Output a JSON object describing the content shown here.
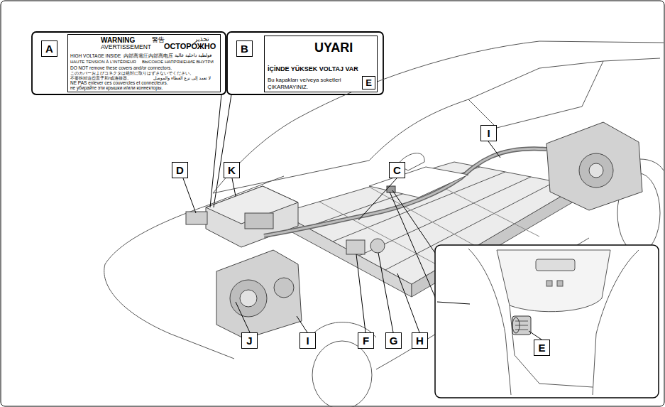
{
  "diagram": {
    "nodes": [
      {
        "text": [
          "WARNING",
          "警告",
          "تحذير",
          "AVERTISSEMENT",
          "ОСТОРОЖНО",
          "HIGH VOLTAGE INSIDE",
          "内部高電圧",
          "内部高电压",
          "فولطية داخلية عالية",
          "HAUTE TENSION À L'INTÉRIEUR",
          "ВЫСОКОЕ НАПРЯЖЕНИЕ ВНУТРИ",
          "DO NOT remove these covers and/or connectors.",
          "このカバーおよびコネクタは絶対に取りはずさないでください。",
          "不要拆卸这些盖子和/或连接器。",
          "لا تعمد إلى نزع الغطاء والموصل",
          "NE PAS enlever ces couvercles et connecteurs.",
          "не убирайте эти крышки и/или коннекторы."
        ]
      },
      {
        "text": [
          "UYARI",
          "İÇİNDE YÜKSEK VOLTAJ VAR",
          "Bu kapakları ve/veya soketleri ÇIKARMAYINIZ."
        ]
      }
    ],
    "labels": [
      "A",
      "B",
      "E",
      "I",
      "D",
      "K",
      "C",
      "E",
      "J",
      "I",
      "F",
      "G",
      "H"
    ]
  }
}
